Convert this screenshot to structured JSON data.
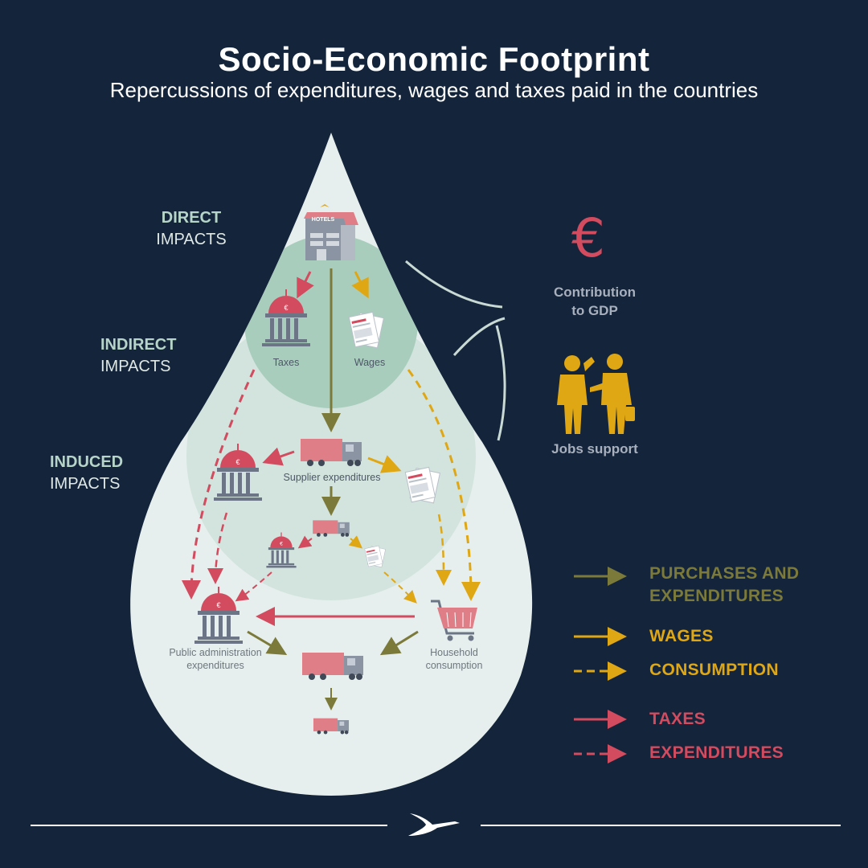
{
  "header": {
    "title": "Socio-Economic Footprint",
    "subtitle": "Repercussions of expenditures, wages and taxes paid in the countries"
  },
  "levels": {
    "direct": {
      "bold": "DIRECT",
      "normal": "IMPACTS"
    },
    "indirect": {
      "bold": "INDIRECT",
      "normal": "IMPACTS"
    },
    "induced": {
      "bold": "INDUCED",
      "normal": "IMPACTS"
    }
  },
  "nodes": {
    "hotel_sign": "HOTELS",
    "taxes": "Taxes",
    "wages": "Wages",
    "supplier": "Supplier expenditures",
    "public_line1": "Public administration",
    "public_line2": "expenditures",
    "household_line1": "Household",
    "household_line2": "consumption",
    "euro_badge": "€"
  },
  "side": {
    "gdp_symbol": "€",
    "gdp_line1": "Contribution",
    "gdp_line2": "to GDP",
    "jobs": "Jobs support"
  },
  "legend": [
    {
      "line1": "PURCHASES AND",
      "line2": "EXPENDITURES",
      "color": "#7b7a3a",
      "style": "solid"
    },
    {
      "line1": "WAGES",
      "line2": "",
      "color": "#e0a714",
      "style": "solid"
    },
    {
      "line1": "CONSUMPTION",
      "line2": "",
      "color": "#e0a714",
      "style": "dashed"
    },
    {
      "line1": "TAXES",
      "line2": "",
      "color": "#d24b5f",
      "style": "solid"
    },
    {
      "line1": "EXPENDITURES",
      "line2": "",
      "color": "#d24b5f",
      "style": "dashed"
    }
  ],
  "colors": {
    "background": "#13243b",
    "olive": "#7b7a3a",
    "gold": "#e0a714",
    "red": "#d24b5f",
    "drop_outer": "#e6efed",
    "drop_mid": "#d3e4de",
    "drop_inner": "#a9cdbd"
  }
}
